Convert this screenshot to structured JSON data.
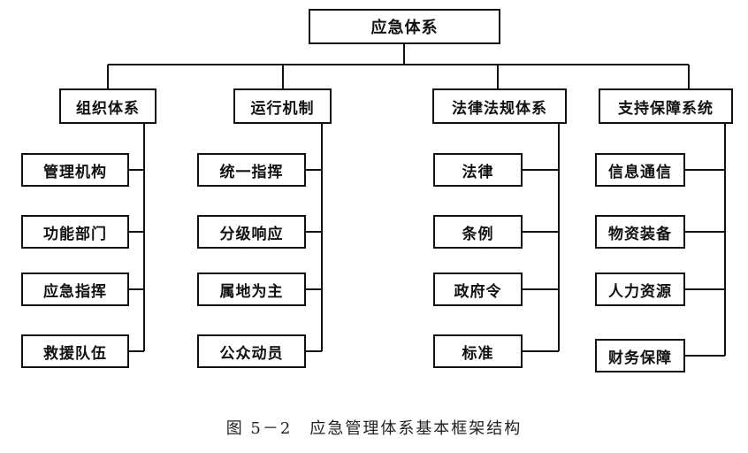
{
  "diagram": {
    "root": "应急体系",
    "branches": [
      {
        "label": "组织体系",
        "items": [
          "管理机构",
          "功能部门",
          "应急指挥",
          "救援队伍"
        ]
      },
      {
        "label": "运行机制",
        "items": [
          "统一指挥",
          "分级响应",
          "属地为主",
          "公众动员"
        ]
      },
      {
        "label": "法律法规体系",
        "items": [
          "法律",
          "条例",
          "政府令",
          "标准"
        ]
      },
      {
        "label": "支持保障系统",
        "items": [
          "信息通信",
          "物资装备",
          "人力资源",
          "财务保障"
        ]
      }
    ]
  },
  "caption": "图 5－2　应急管理体系基本框架结构"
}
